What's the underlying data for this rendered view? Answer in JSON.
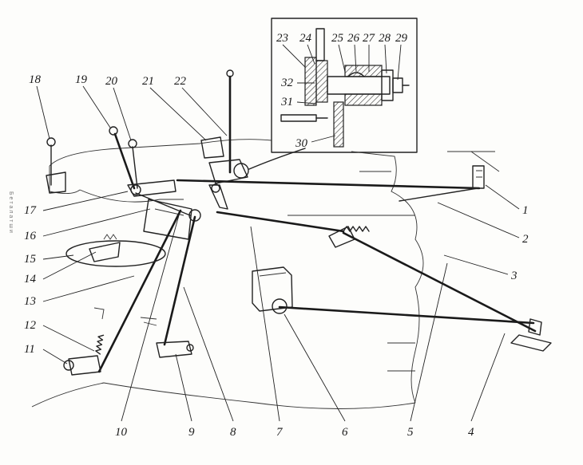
{
  "figure": {
    "inset_labels": [
      "23",
      "24",
      "25",
      "26",
      "27",
      "28",
      "29",
      "32",
      "31",
      "30"
    ],
    "left_labels": [
      "18",
      "19",
      "20",
      "21",
      "22",
      "17",
      "16",
      "15",
      "14",
      "13",
      "12",
      "11"
    ],
    "right_labels": [
      "1",
      "2",
      "3"
    ],
    "bottom_labels": [
      "10",
      "9",
      "8",
      "7",
      "6",
      "5",
      "4"
    ],
    "sidebar_text": "Б е т а л а т ш и"
  },
  "colors": {
    "ink": "#222222",
    "paper": "#fdfdfb"
  }
}
